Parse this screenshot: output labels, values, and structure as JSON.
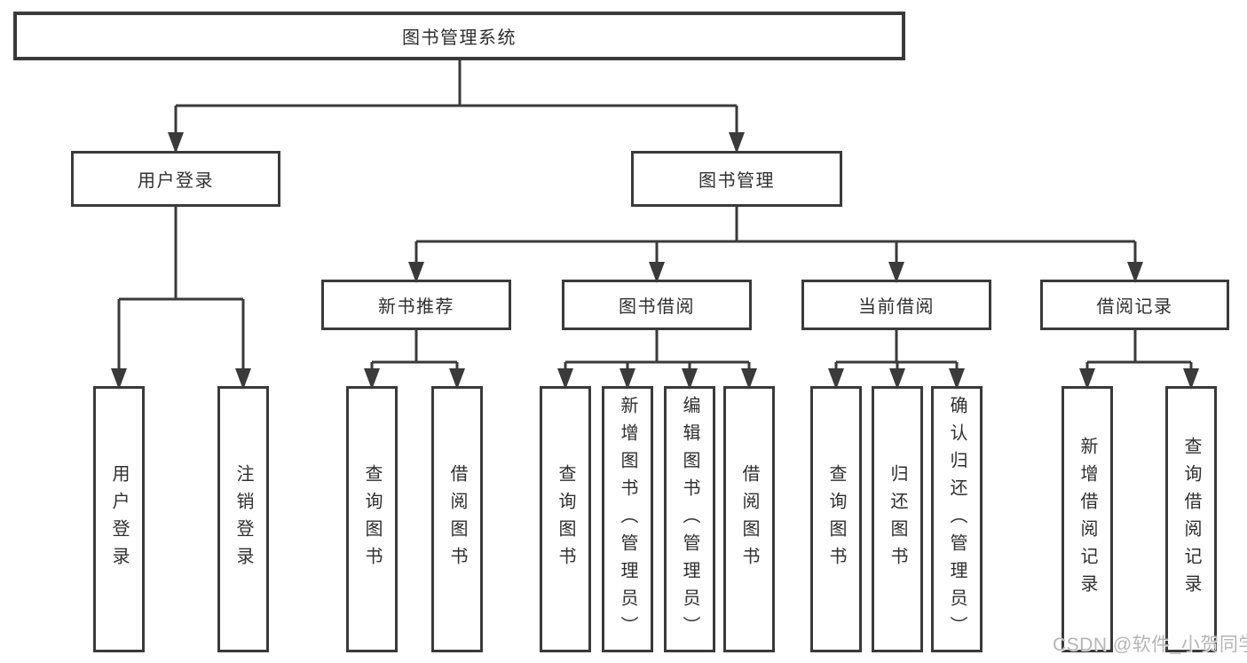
{
  "diagram": {
    "title": "图书管理系统",
    "watermark": "CSDN @软件_小贺同学",
    "colors": {
      "line": "#3a3a3a",
      "text": "#2f2f2f",
      "background": "#ffffff",
      "watermark": "#b5b5b5"
    },
    "nodes": {
      "root": {
        "label": "图书管理系统"
      },
      "level2": [
        {
          "label": "用户登录"
        },
        {
          "label": "图书管理"
        }
      ],
      "level3": [
        {
          "label": "新书推荐",
          "parent": "图书管理"
        },
        {
          "label": "图书借阅",
          "parent": "图书管理"
        },
        {
          "label": "当前借阅",
          "parent": "图书管理"
        },
        {
          "label": "借阅记录",
          "parent": "图书管理"
        }
      ],
      "leaves": [
        {
          "label": "用户登录",
          "parent": "用户登录"
        },
        {
          "label": "注销登录",
          "parent": "用户登录"
        },
        {
          "label": "查询图书",
          "parent": "新书推荐"
        },
        {
          "label": "借阅图书",
          "parent": "新书推荐"
        },
        {
          "label": "查询图书",
          "parent": "图书借阅"
        },
        {
          "label": "新增图书（管理员）",
          "parent": "图书借阅"
        },
        {
          "label": "编辑图书（管理员）",
          "parent": "图书借阅"
        },
        {
          "label": "借阅图书",
          "parent": "图书借阅"
        },
        {
          "label": "查询图书",
          "parent": "当前借阅"
        },
        {
          "label": "归还图书",
          "parent": "当前借阅"
        },
        {
          "label": "确认归还（管理员）",
          "parent": "当前借阅"
        },
        {
          "label": "新增借阅记录",
          "parent": "借阅记录"
        },
        {
          "label": "查询借阅记录",
          "parent": "借阅记录"
        }
      ]
    }
  }
}
